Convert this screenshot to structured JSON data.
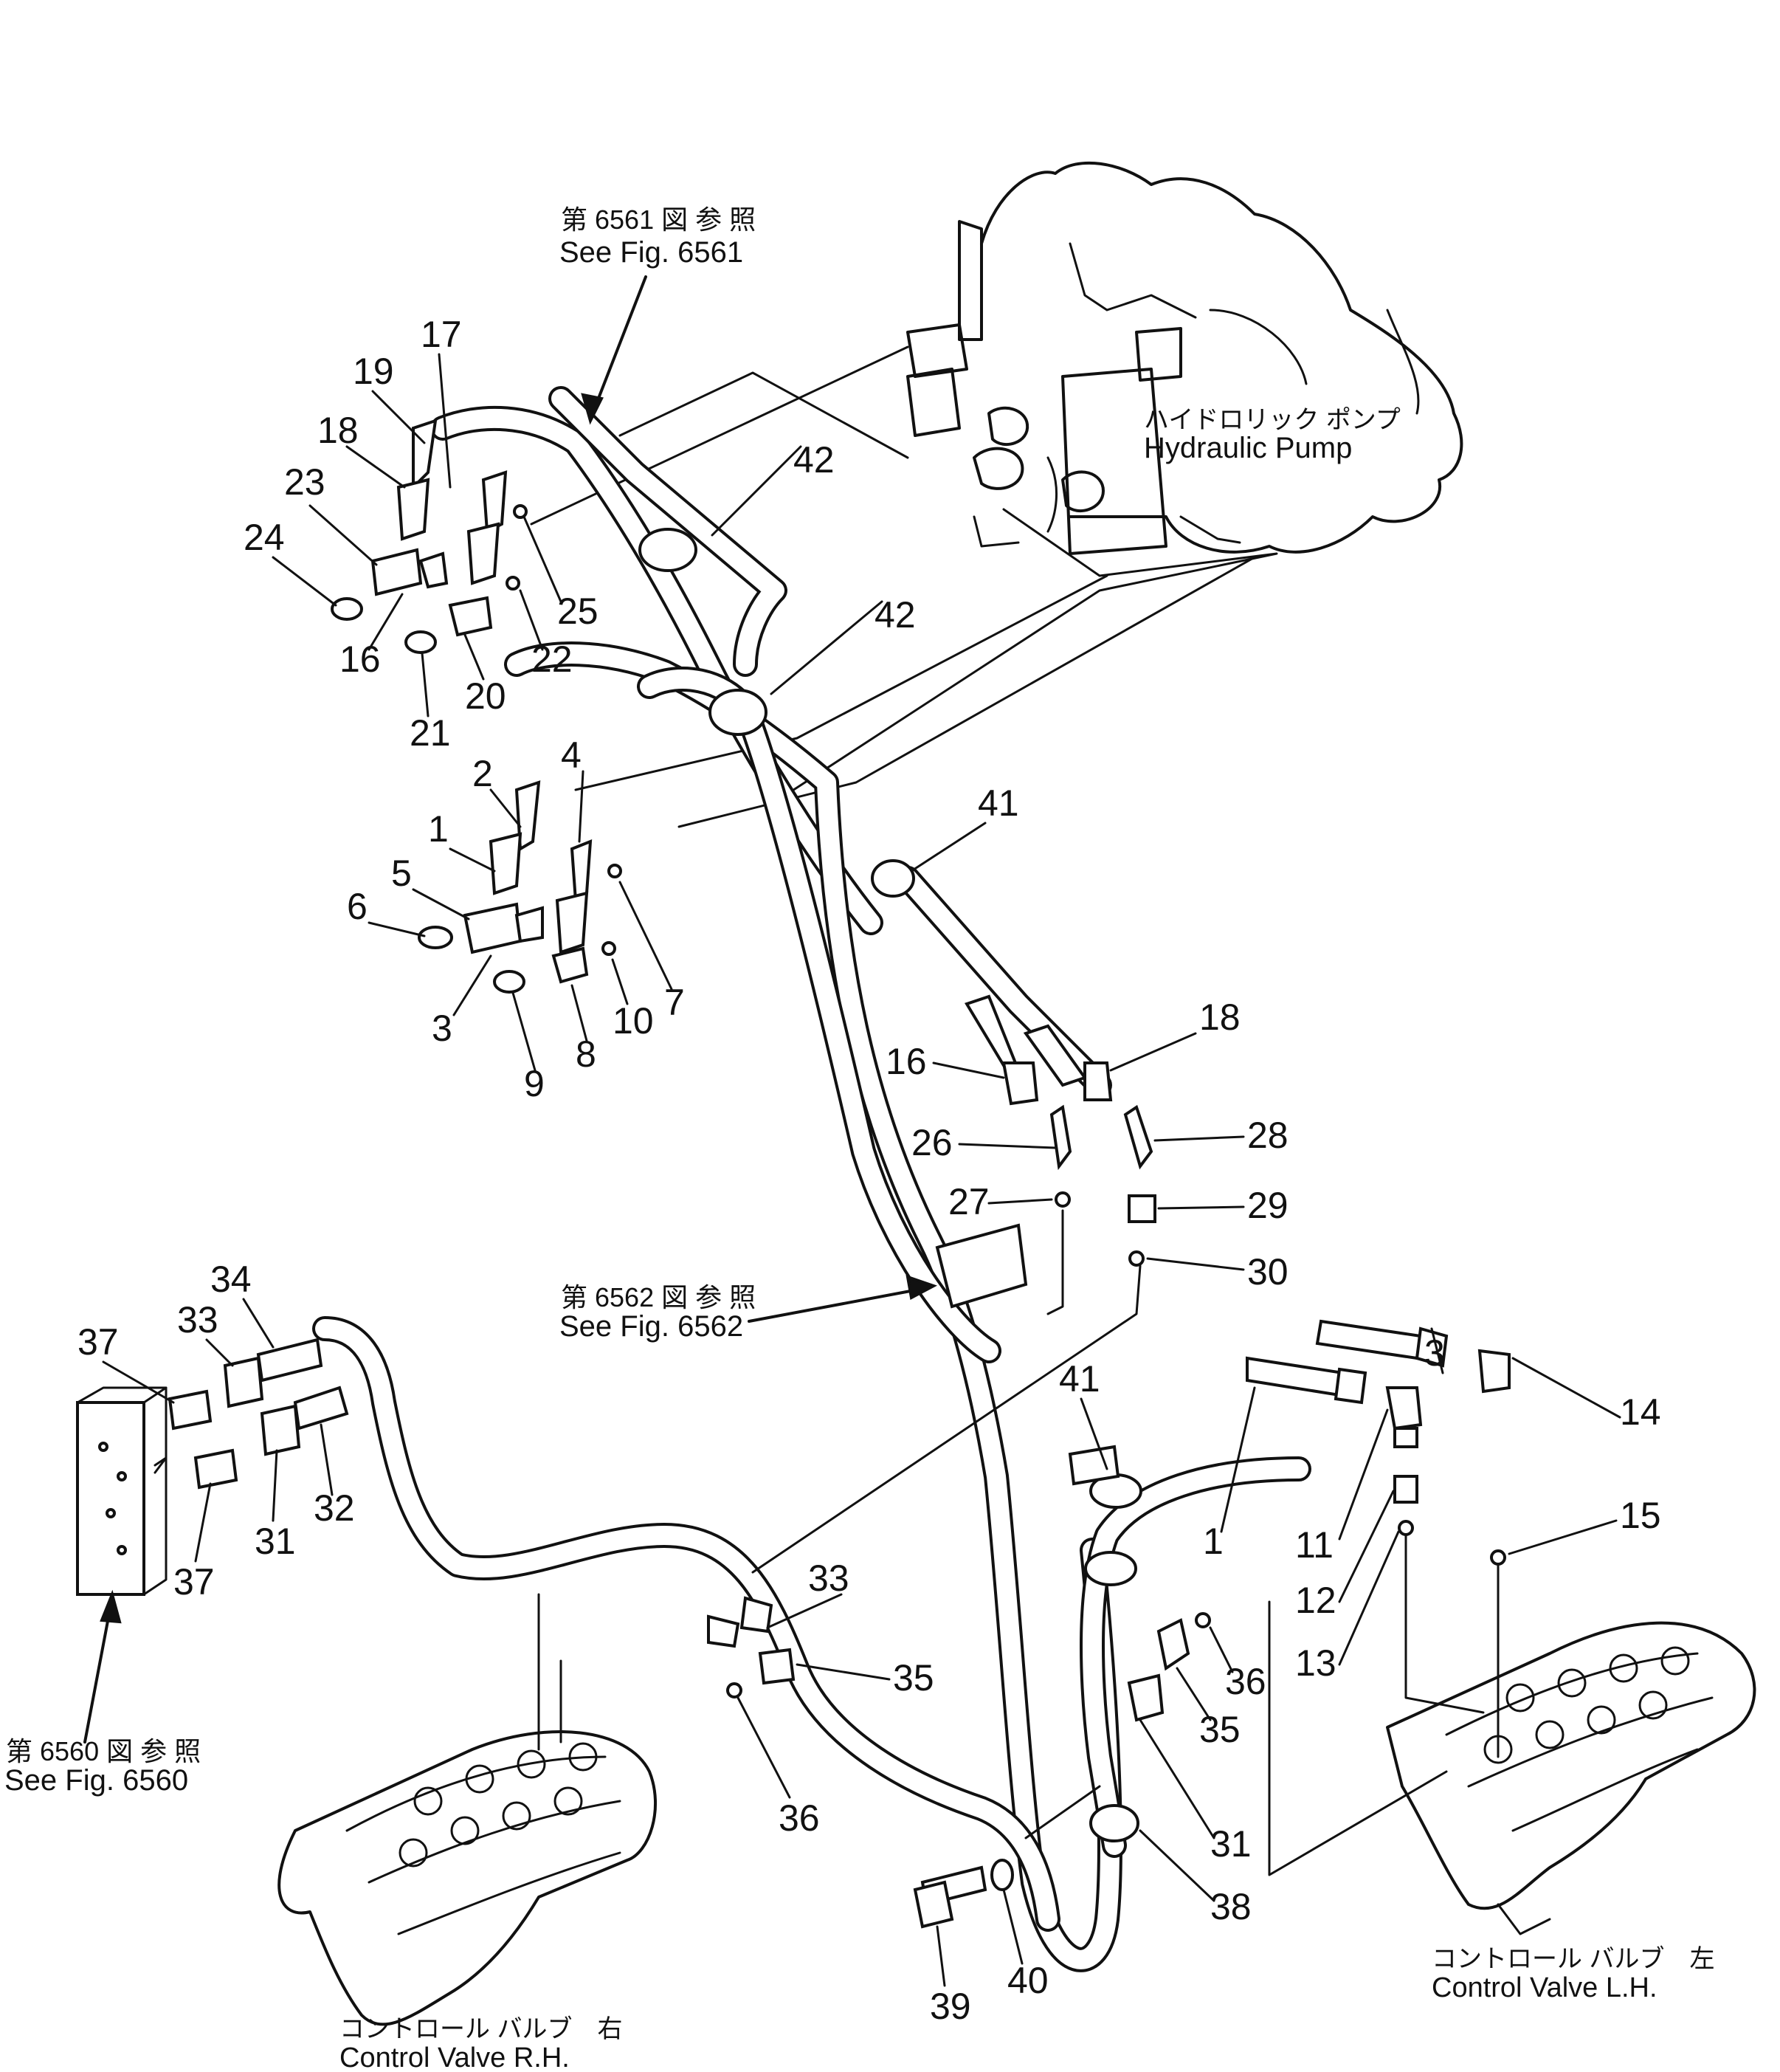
{
  "references": {
    "fig6561_jp": "第 6561 図 参 照",
    "fig6561_en": "See Fig. 6561",
    "fig6562_jp": "第 6562 図 参 照",
    "fig6562_en": "See Fig. 6562",
    "fig6560_jp": "第 6560 図 参 照",
    "fig6560_en": "See Fig. 6560"
  },
  "components": {
    "pump_jp": "ハイドロリック ポンプ",
    "pump_en": "Hydraulic Pump",
    "valve_lh_jp": "コントロール バルブ　左",
    "valve_lh_en": "Control Valve L.H.",
    "valve_rh_jp": "コントロール バルブ　右",
    "valve_rh_en": "Control Valve R.H."
  },
  "callouts": [
    {
      "id": "c17",
      "text": "17"
    },
    {
      "id": "c19",
      "text": "19"
    },
    {
      "id": "c18a",
      "text": "18"
    },
    {
      "id": "c23",
      "text": "23"
    },
    {
      "id": "c24",
      "text": "24"
    },
    {
      "id": "c16a",
      "text": "16"
    },
    {
      "id": "c25",
      "text": "25"
    },
    {
      "id": "c22",
      "text": "22"
    },
    {
      "id": "c20",
      "text": "20"
    },
    {
      "id": "c21",
      "text": "21"
    },
    {
      "id": "c42a",
      "text": "42"
    },
    {
      "id": "c42b",
      "text": "42"
    },
    {
      "id": "c2",
      "text": "2"
    },
    {
      "id": "c4",
      "text": "4"
    },
    {
      "id": "c1a",
      "text": "1"
    },
    {
      "id": "c5",
      "text": "5"
    },
    {
      "id": "c6",
      "text": "6"
    },
    {
      "id": "c3a",
      "text": "3"
    },
    {
      "id": "c7",
      "text": "7"
    },
    {
      "id": "c10",
      "text": "10"
    },
    {
      "id": "c8",
      "text": "8"
    },
    {
      "id": "c9",
      "text": "9"
    },
    {
      "id": "c41a",
      "text": "41"
    },
    {
      "id": "c18b",
      "text": "18"
    },
    {
      "id": "c16b",
      "text": "16"
    },
    {
      "id": "c26",
      "text": "26"
    },
    {
      "id": "c28",
      "text": "28"
    },
    {
      "id": "c27",
      "text": "27"
    },
    {
      "id": "c29",
      "text": "29"
    },
    {
      "id": "c30",
      "text": "30"
    },
    {
      "id": "c34",
      "text": "34"
    },
    {
      "id": "c33a",
      "text": "33"
    },
    {
      "id": "c37a",
      "text": "37"
    },
    {
      "id": "c31a",
      "text": "31"
    },
    {
      "id": "c32",
      "text": "32"
    },
    {
      "id": "c37b",
      "text": "37"
    },
    {
      "id": "c41b",
      "text": "41"
    },
    {
      "id": "c3b",
      "text": "3"
    },
    {
      "id": "c14",
      "text": "14"
    },
    {
      "id": "c1b",
      "text": "1"
    },
    {
      "id": "c11",
      "text": "11"
    },
    {
      "id": "c15",
      "text": "15"
    },
    {
      "id": "c12",
      "text": "12"
    },
    {
      "id": "c13",
      "text": "13"
    },
    {
      "id": "c33b",
      "text": "33"
    },
    {
      "id": "c35a",
      "text": "35"
    },
    {
      "id": "c36a",
      "text": "36"
    },
    {
      "id": "c36b",
      "text": "36"
    },
    {
      "id": "c35b",
      "text": "35"
    },
    {
      "id": "c31b",
      "text": "31"
    },
    {
      "id": "c38",
      "text": "38"
    },
    {
      "id": "c39",
      "text": "39"
    },
    {
      "id": "c40",
      "text": "40"
    }
  ]
}
